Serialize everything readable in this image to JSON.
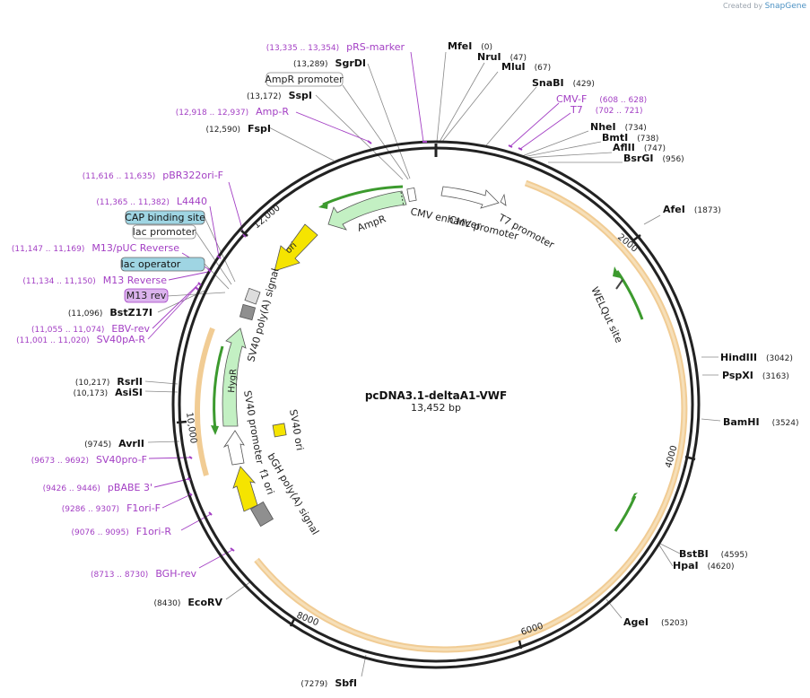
{
  "credit": {
    "prefix": "Created by",
    "brand": "SnapGene"
  },
  "plasmid": {
    "name": "pcDNA3.1-deltaA1-VWF",
    "length_label": "13,452 bp"
  },
  "ruler": [
    "2000",
    "4000",
    "6000",
    "8000",
    "10,000",
    "12,000"
  ],
  "features": {
    "ampr": "AmpR",
    "ori": "ori",
    "cmv_enhancer": "CMV enhancer",
    "cmv_promoter": "CMV promoter",
    "t7_promoter": "T7 promoter",
    "welqut": "WELQut site",
    "sv40_polya": "SV40 poly(A) signal",
    "hygr": "HygR",
    "sv40_promoter": "SV40 promoter",
    "sv40_ori": "SV40 ori",
    "f1_ori": "f1 ori",
    "bgh_polya": "bGH poly(A) signal"
  },
  "sites_right": [
    {
      "name": "MfeI",
      "pos": "(0)"
    },
    {
      "name": "NruI",
      "pos": "(47)"
    },
    {
      "name": "MluI",
      "pos": "(67)"
    },
    {
      "name": "SnaBI",
      "pos": "(429)"
    },
    {
      "name": "NheI",
      "pos": "(734)"
    },
    {
      "name": "BmtI",
      "pos": "(738)"
    },
    {
      "name": "AflII",
      "pos": "(747)"
    },
    {
      "name": "BsrGI",
      "pos": "(956)"
    },
    {
      "name": "AfeI",
      "pos": "(1873)"
    },
    {
      "name": "HindIII",
      "pos": "(3042)"
    },
    {
      "name": "PspXI",
      "pos": "(3163)"
    },
    {
      "name": "BamHI",
      "pos": "(3524)"
    },
    {
      "name": "BstBI",
      "pos": "(4595)"
    },
    {
      "name": "HpaI",
      "pos": "(4620)"
    },
    {
      "name": "AgeI",
      "pos": "(5203)"
    }
  ],
  "sites_left": [
    {
      "name": "SgrDI",
      "pos": "(13,289)"
    },
    {
      "name": "SspI",
      "pos": "(13,172)"
    },
    {
      "name": "FspI",
      "pos": "(12,590)"
    },
    {
      "name": "BstZ17I",
      "pos": "(11,096)"
    },
    {
      "name": "RsrII",
      "pos": "(10,217)"
    },
    {
      "name": "AsiSI",
      "pos": "(10,173)"
    },
    {
      "name": "AvrII",
      "pos": "(9745)"
    },
    {
      "name": "EcoRV",
      "pos": "(8430)"
    },
    {
      "name": "SbfI",
      "pos": "(7279)"
    }
  ],
  "primers_right": [
    {
      "name": "CMV-F",
      "range": "(608 .. 628)"
    },
    {
      "name": "T7",
      "range": "(702 .. 721)"
    }
  ],
  "primers_left": [
    {
      "name": "pRS-marker",
      "range": "(13,335 .. 13,354)"
    },
    {
      "name": "Amp-R",
      "range": "(12,918 .. 12,937)"
    },
    {
      "name": "pBR322ori-F",
      "range": "(11,616 .. 11,635)"
    },
    {
      "name": "L4440",
      "range": "(11,365 .. 11,382)"
    },
    {
      "name": "M13/pUC Reverse",
      "range": "(11,147 .. 11,169)"
    },
    {
      "name": "M13 Reverse",
      "range": "(11,134 .. 11,150)"
    },
    {
      "name": "EBV-rev",
      "range": "(11,055 .. 11,074)"
    },
    {
      "name": "SV40pA-R",
      "range": "(11,001 .. 11,020)"
    },
    {
      "name": "SV40pro-F",
      "range": "(9673 .. 9692)"
    },
    {
      "name": "pBABE 3'",
      "range": "(9426 .. 9446)"
    },
    {
      "name": "F1ori-F",
      "range": "(9286 .. 9307)"
    },
    {
      "name": "F1ori-R",
      "range": "(9076 .. 9095)"
    },
    {
      "name": "BGH-rev",
      "range": "(8713 .. 8730)"
    }
  ],
  "boxes": {
    "ampr_promoter": "AmpR promoter",
    "cap_site": "CAP binding site",
    "lac_promoter": "lac promoter",
    "lac_operator": "lac operator",
    "m13_rev": "M13 rev"
  },
  "colors": {
    "backbone": "#222222",
    "primer": "#a33fc4",
    "cds_fill": "#f2c98a",
    "cds_line": "#e6a23c",
    "green_arrow": "#3c9a2e",
    "light_green": "#c3f0c3",
    "yellow": "#f5e400",
    "gray": "#8f8f8f",
    "cap_fill": "#9fd5e3",
    "m13_fill": "#dcb4ee"
  }
}
